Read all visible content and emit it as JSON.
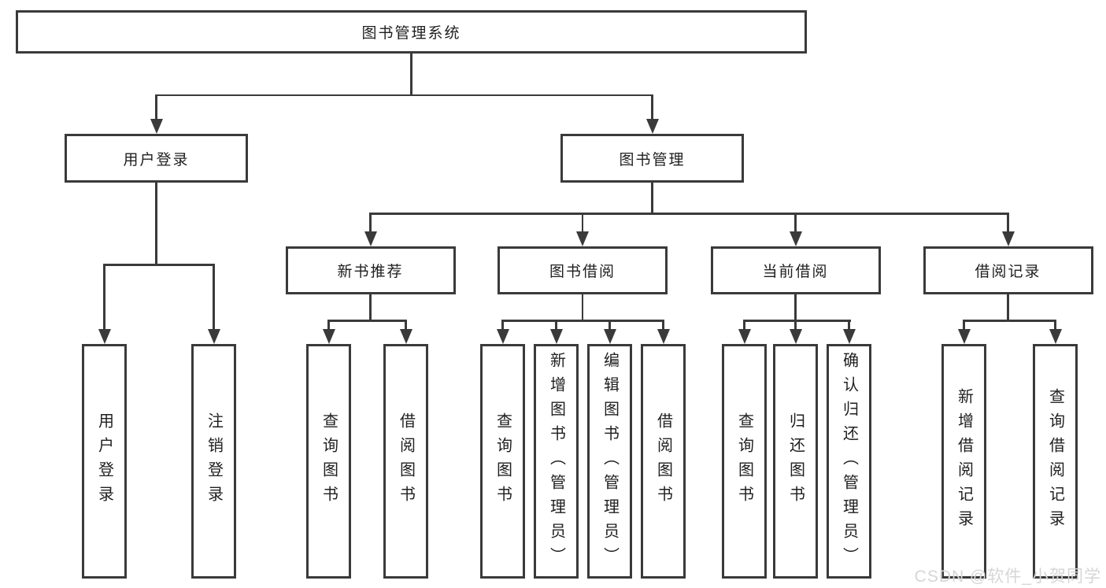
{
  "nodes": {
    "root": "图书管理系统",
    "user_login": "用户登录",
    "book_management": "图书管理",
    "new_book_recommendation": "新书推荐",
    "book_borrowing": "图书借阅",
    "current_borrowing": "当前借阅",
    "borrowing_records": "借阅记录",
    "leaf_user_login": "用户登录",
    "leaf_logout_login": "注销登录",
    "leaf_recommend_query_books": "查询图书",
    "leaf_recommend_borrow_books": "借阅图书",
    "leaf_borrow_query_books": "查询图书",
    "leaf_borrow_add_books": "新增图书（管理员）",
    "leaf_borrow_edit_books": "编辑图书（管理员）",
    "leaf_borrow_borrow_books": "借阅图书",
    "leaf_current_query_books": "查询图书",
    "leaf_current_return_books": "归还图书",
    "leaf_current_confirm_return": "确认归还（管理员）",
    "leaf_records_add_record": "新增借阅记录",
    "leaf_records_query_record": "查询借阅记录"
  },
  "watermark": "CSDN @软件_小贺同学",
  "colors": {
    "line": "#3a3a3a",
    "text": "#1f1f1f",
    "background": "#ffffff",
    "watermark": "#d6d6d6"
  }
}
